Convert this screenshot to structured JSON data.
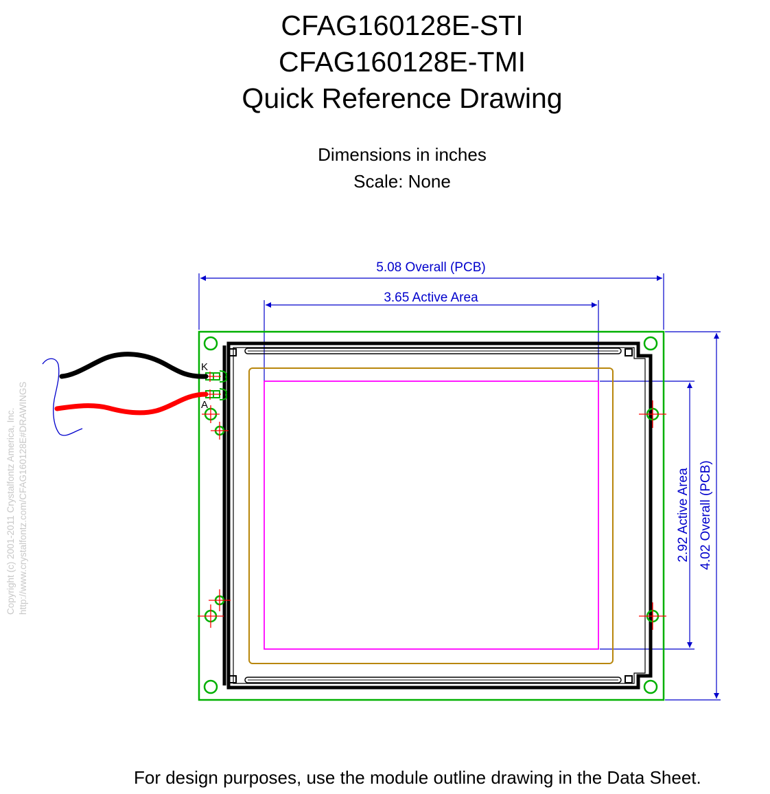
{
  "header": {
    "title_line_1": "CFAG160128E-STI",
    "title_line_2": "CFAG160128E-TMI",
    "title_line_3": "Quick Reference Drawing",
    "units_note": "Dimensions in inches",
    "scale_note": "Scale: None"
  },
  "dimensions": {
    "overall_width_label": "5.08 Overall (PCB)",
    "active_width_label": "3.65 Active Area",
    "active_height_label": "2.92 Active Area",
    "overall_height_label": "4.02 Overall (PCB)"
  },
  "pins": {
    "k_label": "K",
    "a_label": "A"
  },
  "copyright": {
    "line_1": "Copyright (c) 2001-2011 Crystalfontz America, Inc.",
    "line_2": "http://www.crystalfontz.com/CFAG160128E#DRAWINGS"
  },
  "footer": {
    "note": "For design purposes, use the module outline drawing in the Data Sheet."
  },
  "colors": {
    "pcb_outline": "#00b000",
    "dimension": "#0000cc",
    "active_area": "#ff00ff",
    "viewing_area": "#b8860b",
    "crosshair": "#ff0000",
    "wire_k": "#000000",
    "wire_a": "#ff0000",
    "copyright_text": "#c8c8c8"
  }
}
